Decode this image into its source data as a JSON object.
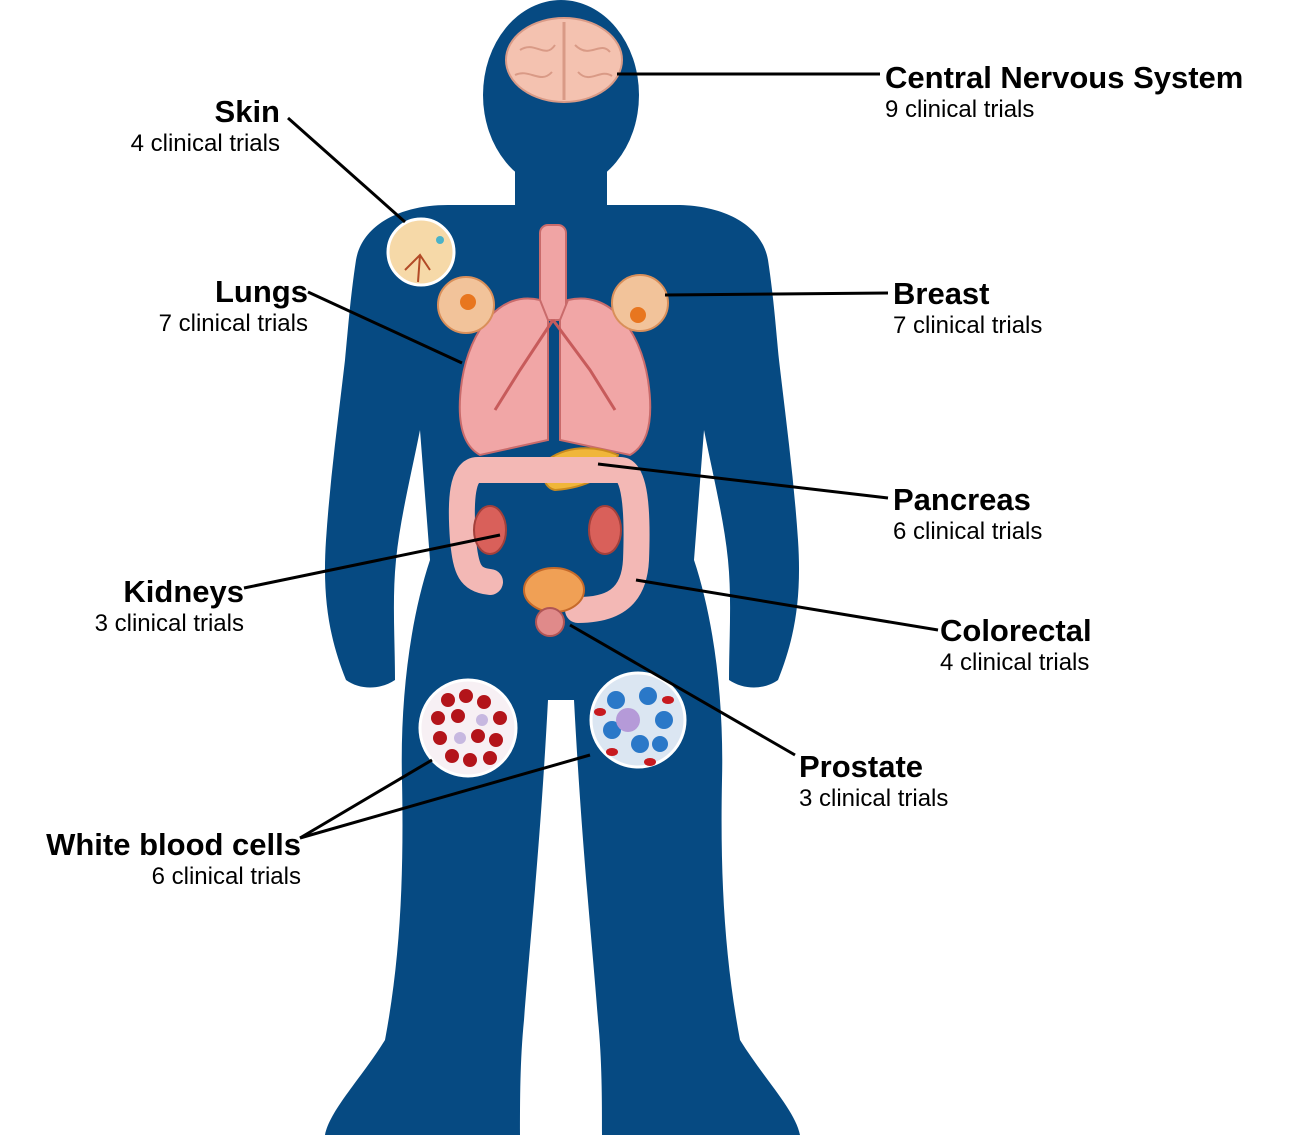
{
  "colors": {
    "body": "#064a82",
    "lung": "#f1a6a6",
    "intestine": "#f3b8b5",
    "brain": "#f4c2b0",
    "tumor": "#f2c39a",
    "blood_red": "#b3141a",
    "cell_blue": "#2a78c8",
    "text": "#000000"
  },
  "labels": [
    {
      "id": "cns",
      "name": "Central Nervous System",
      "count": "9 clinical trials"
    },
    {
      "id": "skin",
      "name": "Skin",
      "count": "4 clinical trials"
    },
    {
      "id": "lungs",
      "name": "Lungs",
      "count": "7 clinical trials"
    },
    {
      "id": "breast",
      "name": "Breast",
      "count": "7 clinical trials"
    },
    {
      "id": "pancreas",
      "name": "Pancreas",
      "count": "6 clinical trials"
    },
    {
      "id": "kidneys",
      "name": "Kidneys",
      "count": "3 clinical trials"
    },
    {
      "id": "colorectal",
      "name": "Colorectal",
      "count": "4 clinical trials"
    },
    {
      "id": "prostate",
      "name": "Prostate",
      "count": "3 clinical trials"
    },
    {
      "id": "wbc",
      "name": "White blood cells",
      "count": "6 clinical trials"
    }
  ]
}
